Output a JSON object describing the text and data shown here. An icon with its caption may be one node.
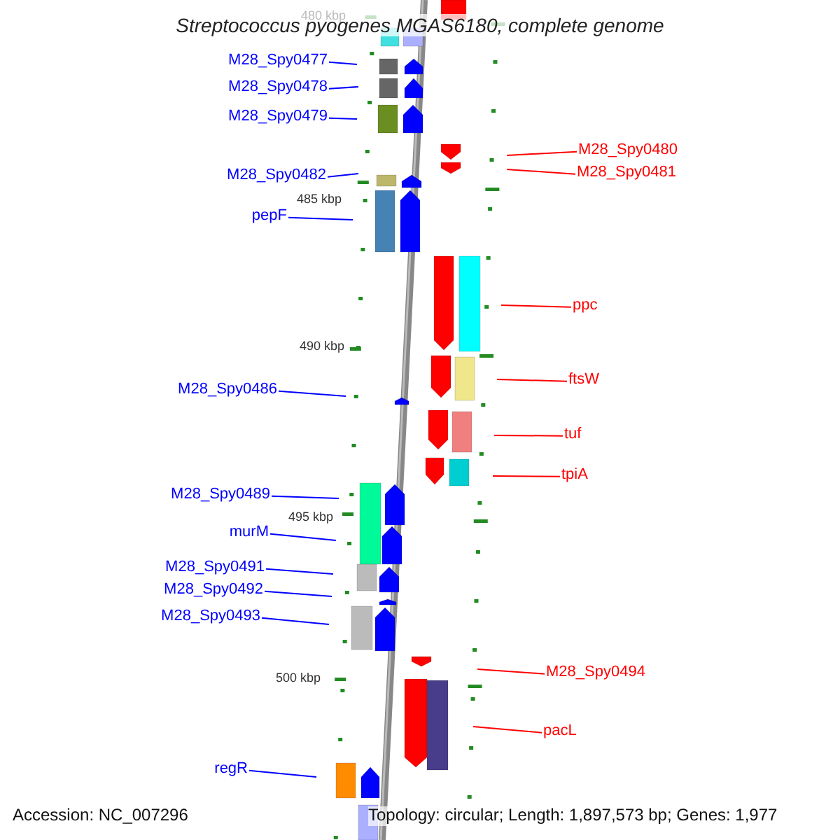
{
  "diagram": {
    "title": "Streptococcus pyogenes MGAS6180, complete genome",
    "nodes": [
      {
        "text": [
          "M28_Spy0477"
        ]
      },
      {
        "text": [
          "M28_Spy0478"
        ]
      },
      {
        "text": [
          "M28_Spy0479"
        ]
      },
      {
        "text": [
          "M28_Spy0480"
        ]
      },
      {
        "text": [
          "M28_Spy0481"
        ]
      },
      {
        "text": [
          "M28_Spy0482"
        ]
      },
      {
        "text": [
          "pepF"
        ]
      },
      {
        "text": [
          "ppc"
        ]
      },
      {
        "text": [
          "ftsW"
        ]
      },
      {
        "text": [
          "M28_Spy0486"
        ]
      },
      {
        "text": [
          "tuf"
        ]
      },
      {
        "text": [
          "tpiA"
        ]
      },
      {
        "text": [
          "M28_Spy0489"
        ]
      },
      {
        "text": [
          "murM"
        ]
      },
      {
        "text": [
          "M28_Spy0491"
        ]
      },
      {
        "text": [
          "M28_Spy0492"
        ]
      },
      {
        "text": [
          "M28_Spy0493"
        ]
      },
      {
        "text": [
          "M28_Spy0494"
        ]
      },
      {
        "text": [
          "pacL"
        ]
      },
      {
        "text": [
          "regR"
        ]
      }
    ],
    "edges": [
      {
        "from": 0,
        "to": null,
        "arrow": "none"
      },
      {
        "from": 1,
        "to": null,
        "arrow": "none"
      },
      {
        "from": 2,
        "to": null,
        "arrow": "none"
      },
      {
        "from": 3,
        "to": null,
        "arrow": "none",
        "color": "#ff0000"
      },
      {
        "from": 4,
        "to": null,
        "arrow": "none",
        "color": "#ff0000"
      },
      {
        "from": 5,
        "to": null,
        "arrow": "none"
      },
      {
        "from": 6,
        "to": null,
        "arrow": "none"
      },
      {
        "from": 7,
        "to": null,
        "arrow": "none",
        "color": "#ff0000"
      },
      {
        "from": 8,
        "to": null,
        "arrow": "none",
        "color": "#ff0000"
      },
      {
        "from": 9,
        "to": null,
        "arrow": "none"
      },
      {
        "from": 10,
        "to": null,
        "arrow": "none",
        "color": "#ff0000"
      },
      {
        "from": 11,
        "to": null,
        "arrow": "none",
        "color": "#ff0000"
      },
      {
        "from": 12,
        "to": null,
        "arrow": "none"
      },
      {
        "from": 13,
        "to": null,
        "arrow": "none"
      },
      {
        "from": 14,
        "to": null,
        "arrow": "none"
      },
      {
        "from": 15,
        "to": null,
        "arrow": "none"
      },
      {
        "from": 16,
        "to": null,
        "arrow": "none"
      },
      {
        "from": 17,
        "to": null,
        "arrow": "none",
        "color": "#ff0000"
      },
      {
        "from": 18,
        "to": null,
        "arrow": "none",
        "color": "#ff0000"
      },
      {
        "from": 19,
        "to": null,
        "arrow": "none"
      }
    ],
    "labels": [
      "480 kbp",
      "485 kbp",
      "490 kbp",
      "495 kbp",
      "500 kbp",
      "Accession: NC_007296",
      "Topology: circular; Length: 1,897,573 bp; Genes: 1,977"
    ]
  }
}
